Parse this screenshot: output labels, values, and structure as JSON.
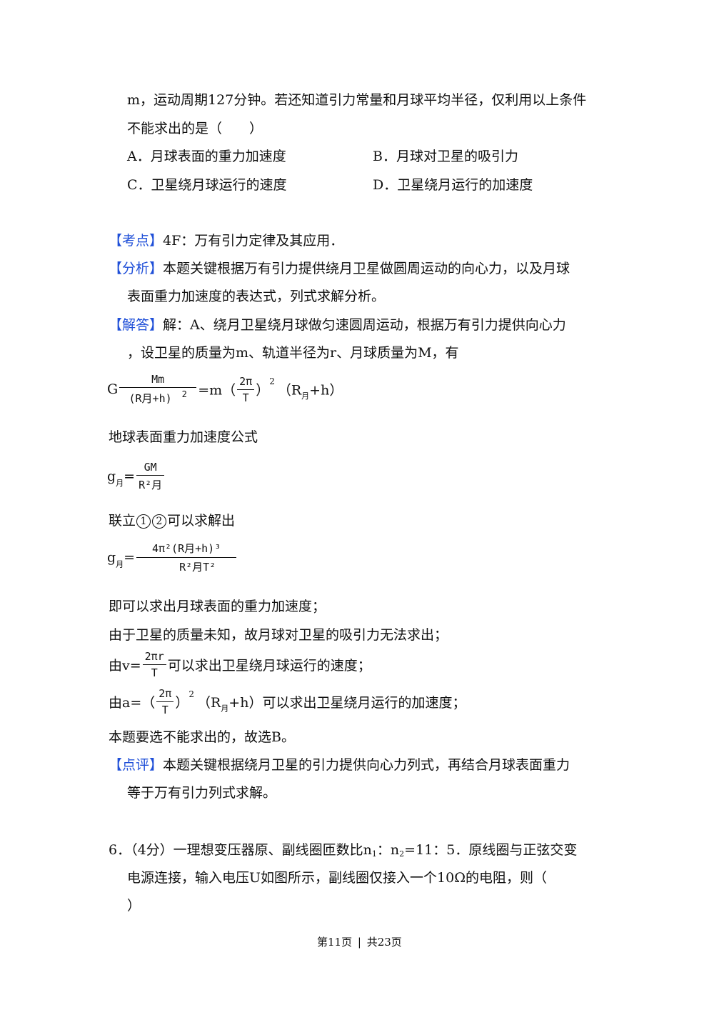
{
  "question5": {
    "stem_line1": "m，运动周期127分钟。若还知道引力常量和月球平均半径，仅利用以上条件",
    "stem_line2": "不能求出的是（　　）",
    "options": {
      "A": "A．月球表面的重力加速度",
      "B": "B．月球对卫星的吸引力",
      "C": "C．卫星绕月球运行的速度",
      "D": "D．卫星绕月运行的加速度"
    }
  },
  "analysis": {
    "kaodian_label": "【考点】",
    "kaodian_text": "4F：万有引力定律及其应用．",
    "fenxi_label": "【分析】",
    "fenxi_line1": "本题关键根据万有引力提供绕月卫星做圆周运动的向心力，以及月球",
    "fenxi_line2": "表面重力加速度的表达式，列式求解分析。",
    "jieda_label": "【解答】",
    "jieda_line1": "解：A、绕月卫星绕月球做匀速圆周运动，根据万有引力提供向心力",
    "jieda_line2": "，设卫星的质量为m、轨道半径为r、月球质量为M，有",
    "eq1": {
      "lead": "G",
      "num": "Mm",
      "den": "(R月+h)",
      "den_exp": "2",
      "mid": "=m（",
      "inner_num": "2π",
      "inner_den": "T",
      "tail_a": "）",
      "tail_exp": "2",
      "tail_b": "（R",
      "tail_sub": "月",
      "tail_c": "+h）"
    },
    "gravity_formula_label": "地球表面重力加速度公式",
    "eq2": {
      "lead": "g",
      "lead_sub": "月",
      "eq": "=",
      "num": "GM",
      "den": "R²月"
    },
    "combine_a": "联立",
    "circle1": "1",
    "circle2": "2",
    "combine_b": "可以求解出",
    "eq3": {
      "lead": "g",
      "lead_sub": "月",
      "eq": "=",
      "num": "4π²(R月+h)³",
      "den": "R²月T²"
    },
    "conclusion1": "即可以求出月球表面的重力加速度；",
    "conclusion2": "由于卫星的质量未知，故月球对卫星的吸引力无法求出；",
    "v_line": {
      "lead": "由v=",
      "num": "2πr",
      "den": "T",
      "tail": "可以求出卫星绕月球运行的速度；"
    },
    "a_line": {
      "lead": "由a=（",
      "num": "2π",
      "den": "T",
      "tail_a": "）",
      "tail_exp": "2",
      "tail_b": "（R",
      "tail_sub": "月",
      "tail_c": "+h）可以求出卫星绕月运行的加速度；"
    },
    "final": "本题要选不能求出的，故选B。",
    "dianping_label": "【点评】",
    "dianping_line1": "本题关键根据绕月卫星的引力提供向心力列式，再结合月球表面重力",
    "dianping_line2": "等于万有引力列式求解。"
  },
  "question6": {
    "line1_a": "6．（4分）一理想变压器原、副线圈匝数比n",
    "sub1": "1",
    "line1_b": "：n",
    "sub2": "2",
    "line1_c": "=11：5．原线圈与正弦交变",
    "line2": "电源连接，输入电压U如图所示，副线圈仅接入一个10Ω的电阻，则（",
    "line3": "）"
  },
  "footer": {
    "page": "第11页",
    "sep": "|",
    "total": "共23页"
  },
  "colors": {
    "label_blue": "#1f4fd8",
    "text": "#111111"
  }
}
